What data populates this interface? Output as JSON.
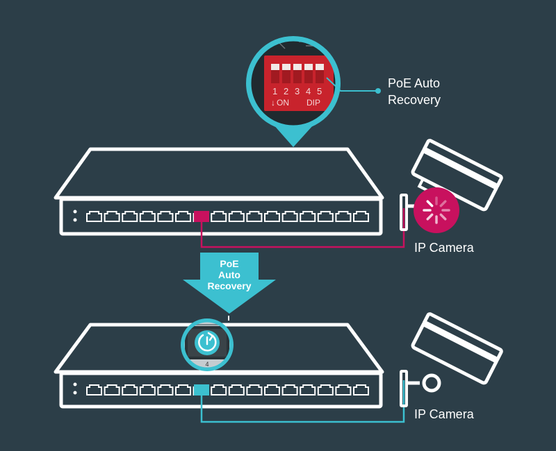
{
  "callout": {
    "label_line1": "PoE Auto",
    "label_line2": "Recovery"
  },
  "dip_switch": {
    "numbers": [
      "1",
      "2",
      "3",
      "4",
      "5"
    ],
    "on_label": "ON",
    "dip_label": "DIP",
    "on_arrow": "↓"
  },
  "arrow": {
    "line1": "PoE",
    "line2": "Auto",
    "line3": "Recovery"
  },
  "port_zoom": {
    "port_number": "4"
  },
  "top_camera": {
    "label": "IP Camera"
  },
  "bottom_camera": {
    "label": "IP Camera"
  },
  "colors": {
    "background": "#2c3e48",
    "accent_teal": "#3cc0d0",
    "accent_magenta": "#c8115e",
    "dip_red": "#c8232c",
    "outline": "#ffffff"
  },
  "icons": [
    "dip-switch-icon",
    "switch-icon",
    "ip-camera-icon",
    "loading-spinner-icon",
    "power-cycle-icon",
    "down-arrow-icon"
  ]
}
